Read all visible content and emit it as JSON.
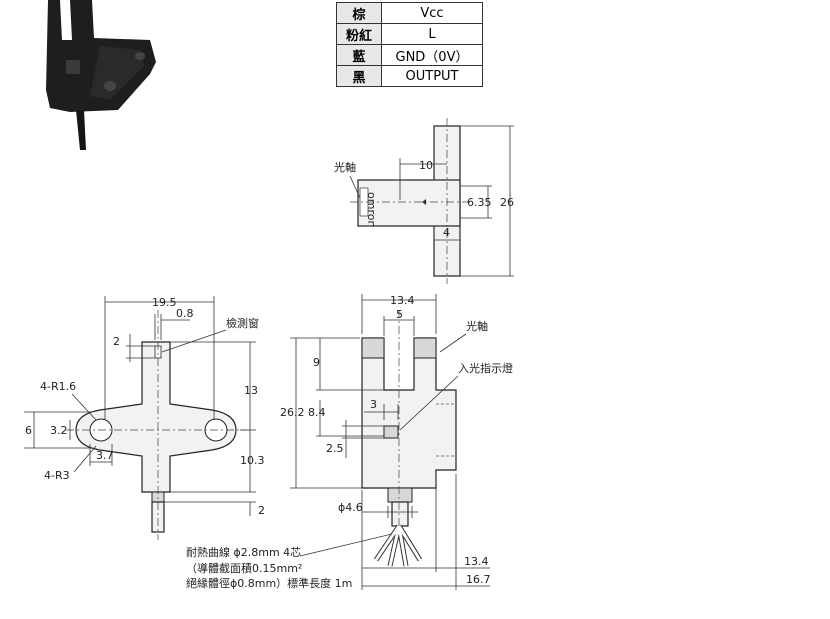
{
  "wire_table": [
    {
      "color": "棕",
      "signal": "Vcc"
    },
    {
      "color": "粉紅",
      "signal": "L"
    },
    {
      "color": "藍",
      "signal": "GND（0V）"
    },
    {
      "color": "黑",
      "signal": "OUTPUT"
    }
  ],
  "top_view": {
    "optical_axis": "光軸",
    "dim_10": "10",
    "dim_635": "6.35",
    "dim_4": "4",
    "dim_26": "26",
    "brand": "omron"
  },
  "front_view": {
    "dim_195": "19.5",
    "dim_08": "0.8",
    "dim_2_top": "2",
    "detect_window": "檢測窗",
    "dim_r16": "4-R1.6",
    "dim_6": "6",
    "dim_32": "3.2",
    "dim_37": "3.7",
    "dim_r3": "4-R3",
    "dim_13": "13",
    "dim_103": "10.3",
    "dim_2_bot": "2"
  },
  "side_view": {
    "dim_134_top": "13.4",
    "dim_5": "5",
    "optical_axis": "光軸",
    "incident_led": "入光指示燈",
    "dim_9": "9",
    "dim_262": "26.2",
    "dim_84": "8.4",
    "dim_3": "3",
    "dim_25": "2.5",
    "dim_46": "ϕ4.6",
    "dim_134_bot": "13.4",
    "dim_167": "16.7"
  },
  "cable_note": {
    "line1": "耐熱曲線 ϕ2.8mm 4芯",
    "line2": "（導體截面積0.15mm²",
    "line3": "絕緣體徑ϕ0.8mm）標準長度 1m"
  }
}
